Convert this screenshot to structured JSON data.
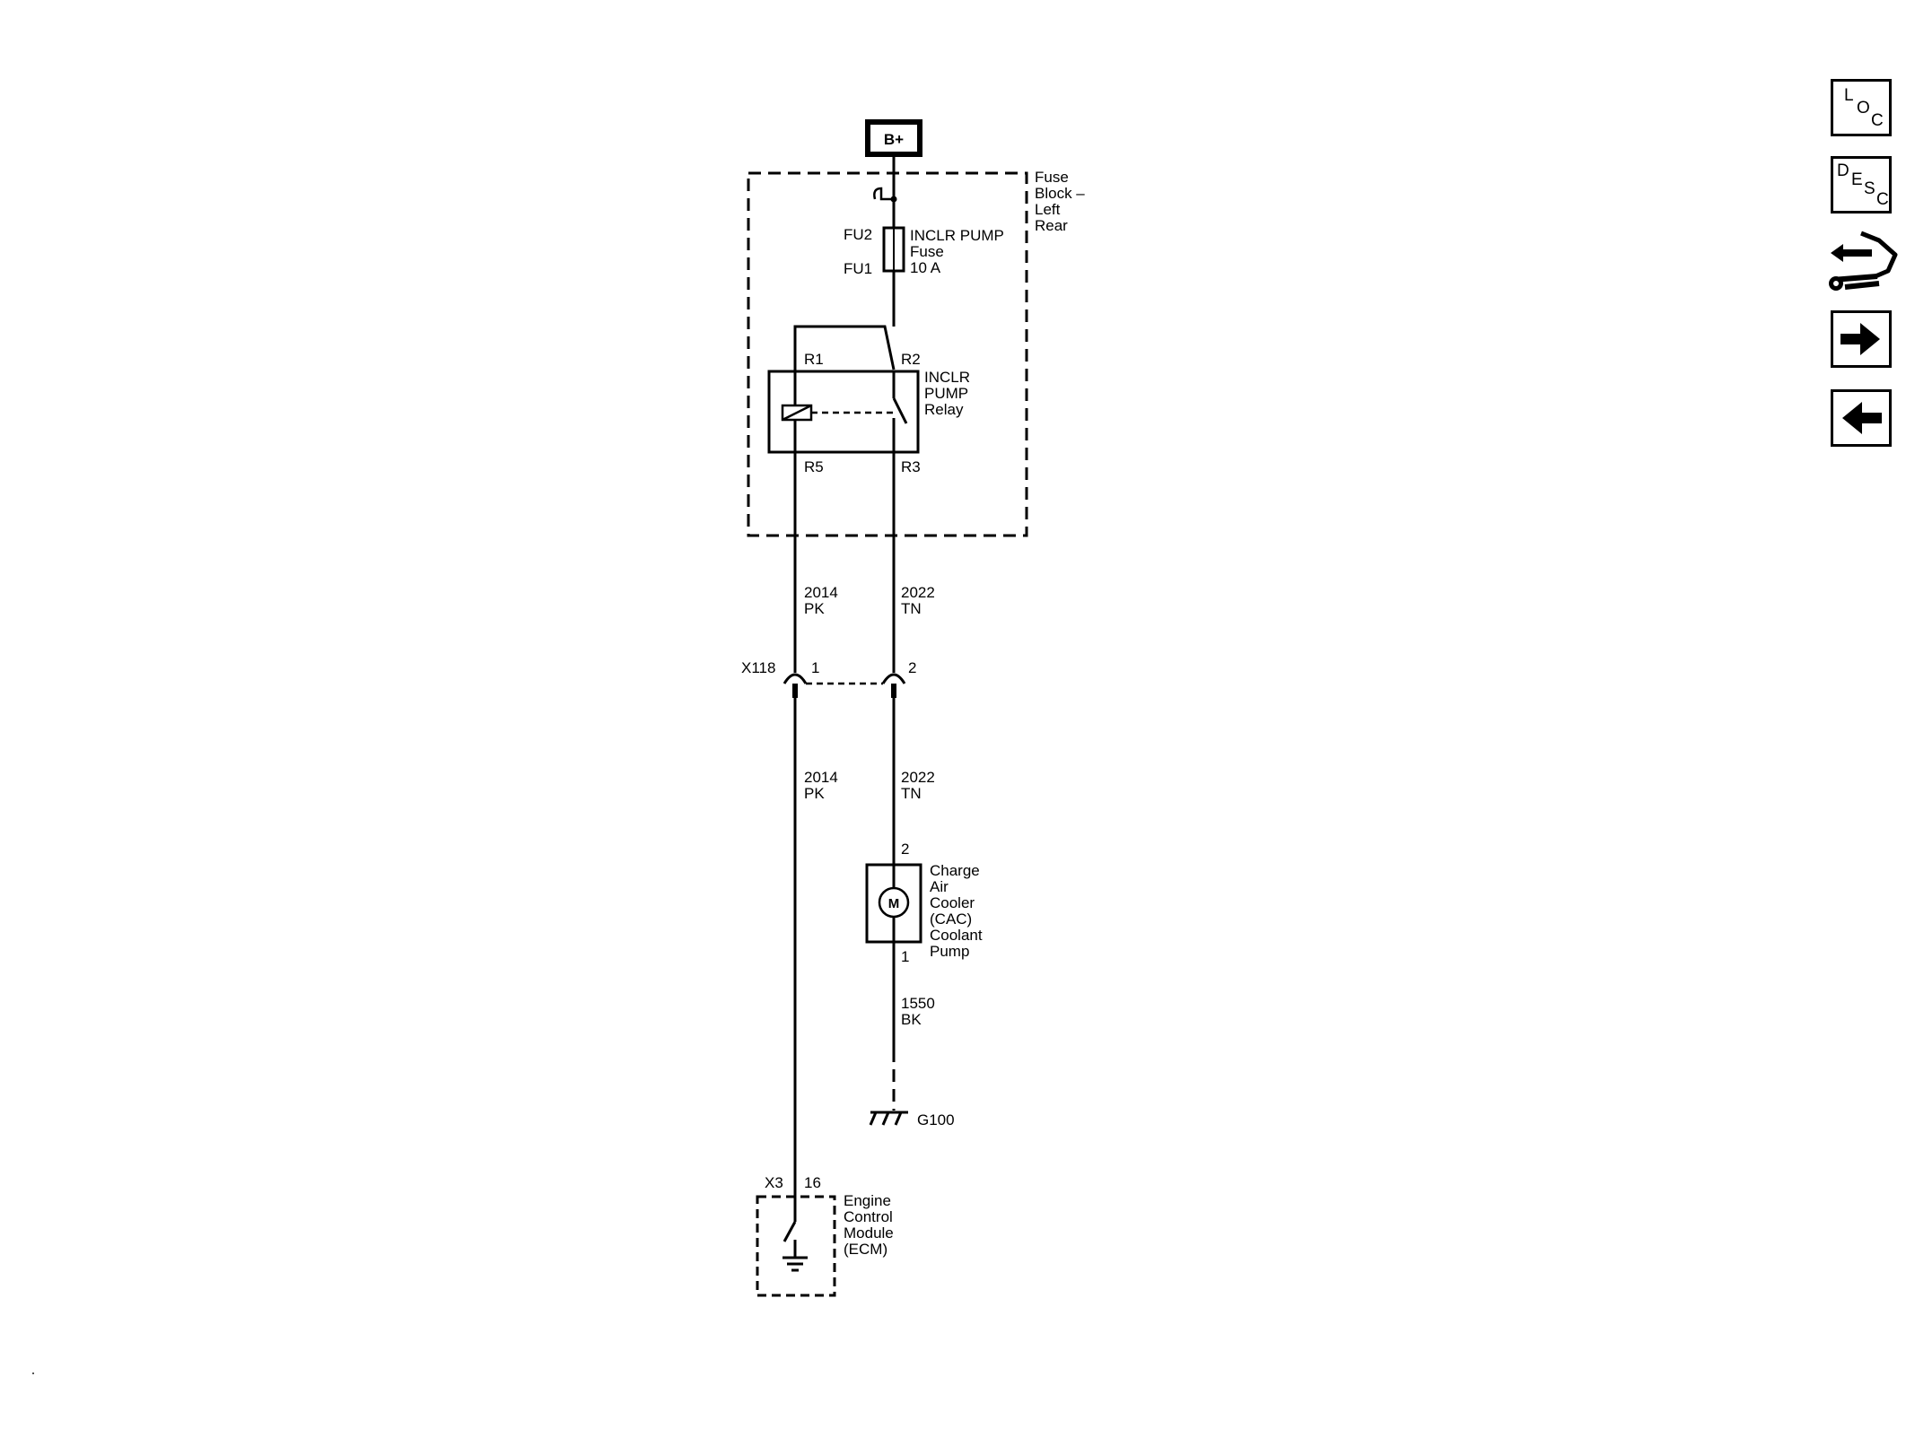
{
  "supply": {
    "label": "B+"
  },
  "fuse_block": {
    "label_lines": [
      "Fuse",
      "Block –",
      "Left",
      "Rear"
    ],
    "fuse": {
      "terminal_top": "FU2",
      "terminal_bottom": "FU1",
      "label_lines": [
        "INCLR PUMP",
        "Fuse",
        "10 A"
      ]
    },
    "relay": {
      "label_lines": [
        "INCLR",
        "PUMP",
        "Relay"
      ],
      "pins": {
        "r1": "R1",
        "r2": "R2",
        "r5": "R5",
        "r3": "R3"
      }
    }
  },
  "wires": {
    "left_upper": {
      "circuit": "2014",
      "color": "PK"
    },
    "right_upper": {
      "circuit": "2022",
      "color": "TN"
    },
    "left_lower": {
      "circuit": "2014",
      "color": "PK"
    },
    "right_lower": {
      "circuit": "2022",
      "color": "TN"
    },
    "ground": {
      "circuit": "1550",
      "color": "BK"
    }
  },
  "connector": {
    "name": "X118",
    "pin_left": "1",
    "pin_right": "2"
  },
  "pump": {
    "symbol": "M",
    "pin_top": "2",
    "pin_bottom": "1",
    "label_lines": [
      "Charge",
      "Air",
      "Cooler",
      "(CAC)",
      "Coolant",
      "Pump"
    ]
  },
  "ground": {
    "label": "G100"
  },
  "ecm": {
    "connector": "X3",
    "pin": "16",
    "label_lines": [
      "Engine",
      "Control",
      "Module",
      "(ECM)"
    ]
  },
  "nav": {
    "loc": {
      "letters": [
        "L",
        "O",
        "C"
      ]
    },
    "desc": {
      "letters": [
        "D",
        "E",
        "S",
        "C"
      ]
    },
    "icons": [
      "wiring-connector-tool-icon",
      "arrow-right-icon",
      "arrow-left-icon"
    ]
  }
}
